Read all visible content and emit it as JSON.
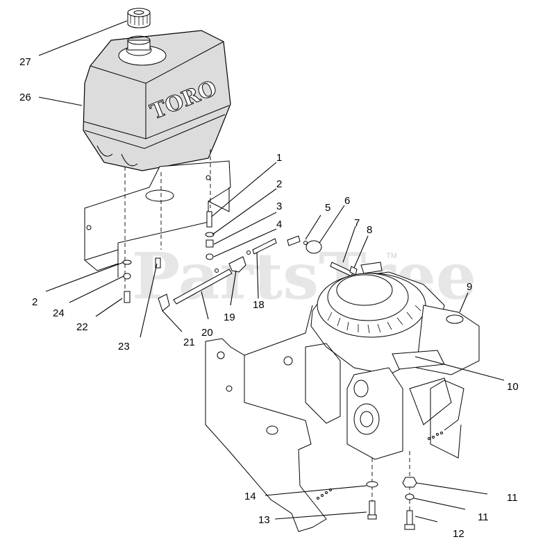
{
  "watermark": {
    "text": "PartsTree",
    "tm": "TM"
  },
  "tank_logo": "TORO",
  "callouts": [
    {
      "id": "27",
      "text": "27"
    },
    {
      "id": "26",
      "text": "26"
    },
    {
      "id": "1",
      "text": "1"
    },
    {
      "id": "2a",
      "text": "2"
    },
    {
      "id": "3",
      "text": "3"
    },
    {
      "id": "4",
      "text": "4"
    },
    {
      "id": "5",
      "text": "5"
    },
    {
      "id": "6",
      "text": "6"
    },
    {
      "id": "7",
      "text": "7"
    },
    {
      "id": "8",
      "text": "8"
    },
    {
      "id": "9",
      "text": "9"
    },
    {
      "id": "10",
      "text": "10"
    },
    {
      "id": "2b",
      "text": "2"
    },
    {
      "id": "24",
      "text": "24"
    },
    {
      "id": "22",
      "text": "22"
    },
    {
      "id": "23",
      "text": "23"
    },
    {
      "id": "21",
      "text": "21"
    },
    {
      "id": "20",
      "text": "20"
    },
    {
      "id": "19",
      "text": "19"
    },
    {
      "id": "18",
      "text": "18"
    },
    {
      "id": "14",
      "text": "14"
    },
    {
      "id": "13",
      "text": "13"
    },
    {
      "id": "11a",
      "text": "11"
    },
    {
      "id": "11b",
      "text": "11"
    },
    {
      "id": "12",
      "text": "12"
    }
  ]
}
